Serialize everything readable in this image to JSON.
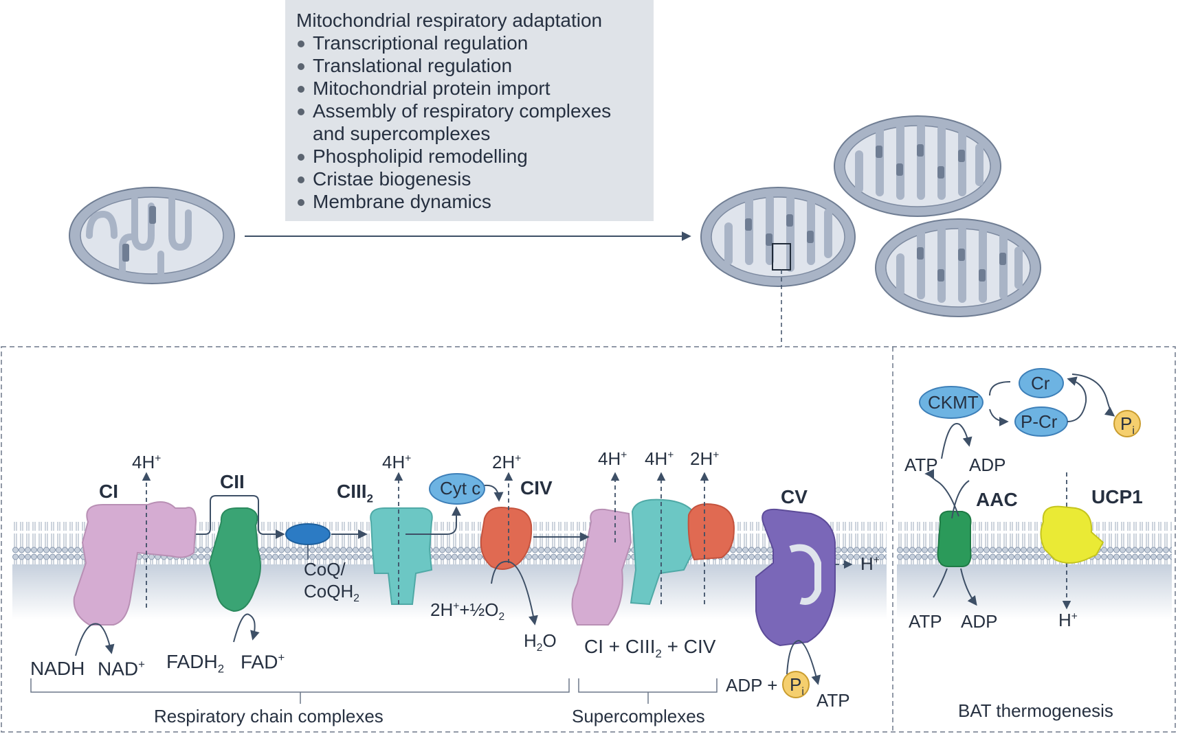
{
  "adaptation_box": {
    "title": "Mitochondrial respiratory adaptation",
    "items": [
      "Transcriptional regulation",
      "Translational regulation",
      "Mitochondrial protein import",
      "Assembly of respiratory complexes",
      "and supercomplexes",
      "Phospholipid remodelling",
      "Cristae biogenesis",
      "Membrane dynamics"
    ]
  },
  "complexes": {
    "ci": "CI",
    "cii": "CII",
    "ciii": "CIII",
    "ciii_sub": "2",
    "civ": "CIV",
    "cv": "CV",
    "aac": "AAC",
    "ucp1": "UCP1"
  },
  "proton_labels": {
    "ci": "4H",
    "ciii": "4H",
    "civ": "2H",
    "sc1": "4H",
    "sc2": "4H",
    "sc3": "2H",
    "cv": "H",
    "ucp1": "H",
    "superscript": "+"
  },
  "metabolites": {
    "cytc": "Cyt c",
    "coq": "CoQ/",
    "coqh": "CoQH",
    "coqh_sub": "2",
    "nadh": "NADH",
    "nad": "NAD",
    "fadh": "FADH",
    "fadh_sub": "2",
    "fad": "FAD",
    "civ_substrate_a": "2H",
    "civ_substrate_b": "+½O",
    "civ_substrate_sub": "2",
    "water_h": "H",
    "water_sub": "2",
    "water_o": "O",
    "adp_plus": "ADP +",
    "pi": "P",
    "pi_sub": "i",
    "atp": "ATP",
    "adp": "ADP",
    "ckmt": "CKMT",
    "cr": "Cr",
    "pcr": "P-Cr"
  },
  "supercomplex_formula": {
    "a": "CI + CIII",
    "sub": "2",
    "b": " + CIV"
  },
  "section_labels": {
    "respiratory": "Respiratory chain complexes",
    "supercomplexes": "Supercomplexes",
    "bat": "BAT thermogenesis"
  },
  "colors": {
    "ci": "#d5acd2",
    "cii": "#3aa474",
    "ciii": "#6cc7c4",
    "civ": "#e06a52",
    "cv": "#7a67b8",
    "aac": "#2b9a5a",
    "ucp1": "#eaea35",
    "blue_oval": "#6db3e2",
    "coq": "#2c7bc4",
    "pi": "#f5cf6e",
    "arrow": "#3d4f66",
    "membrane": "#aebccd",
    "mito_outer": "#a9b4c6",
    "mito_inner": "#dfe4ec",
    "info_bg": "#dfe3e8"
  }
}
